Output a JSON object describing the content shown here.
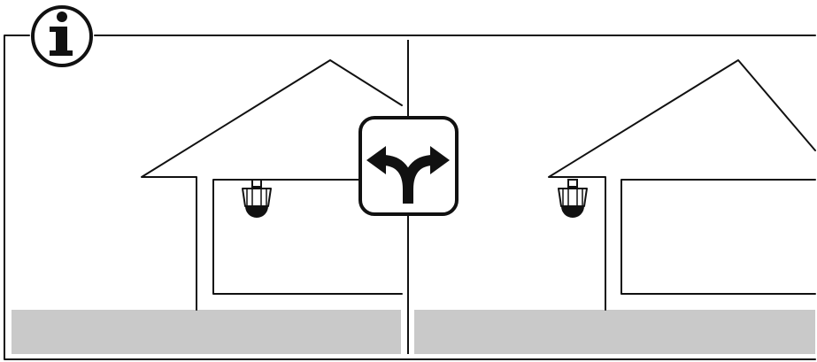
{
  "info_badge": {
    "glyph": "i",
    "icon": "info-icon"
  },
  "center_badge": {
    "icon": "fork-arrow-icon"
  },
  "colors": {
    "line": "#111111",
    "ground": "#c9c9c9",
    "background": "#ffffff"
  },
  "panels": [
    {
      "id": "left",
      "icon": "dome-camera-icon"
    },
    {
      "id": "right",
      "icon": "dome-camera-icon"
    }
  ]
}
